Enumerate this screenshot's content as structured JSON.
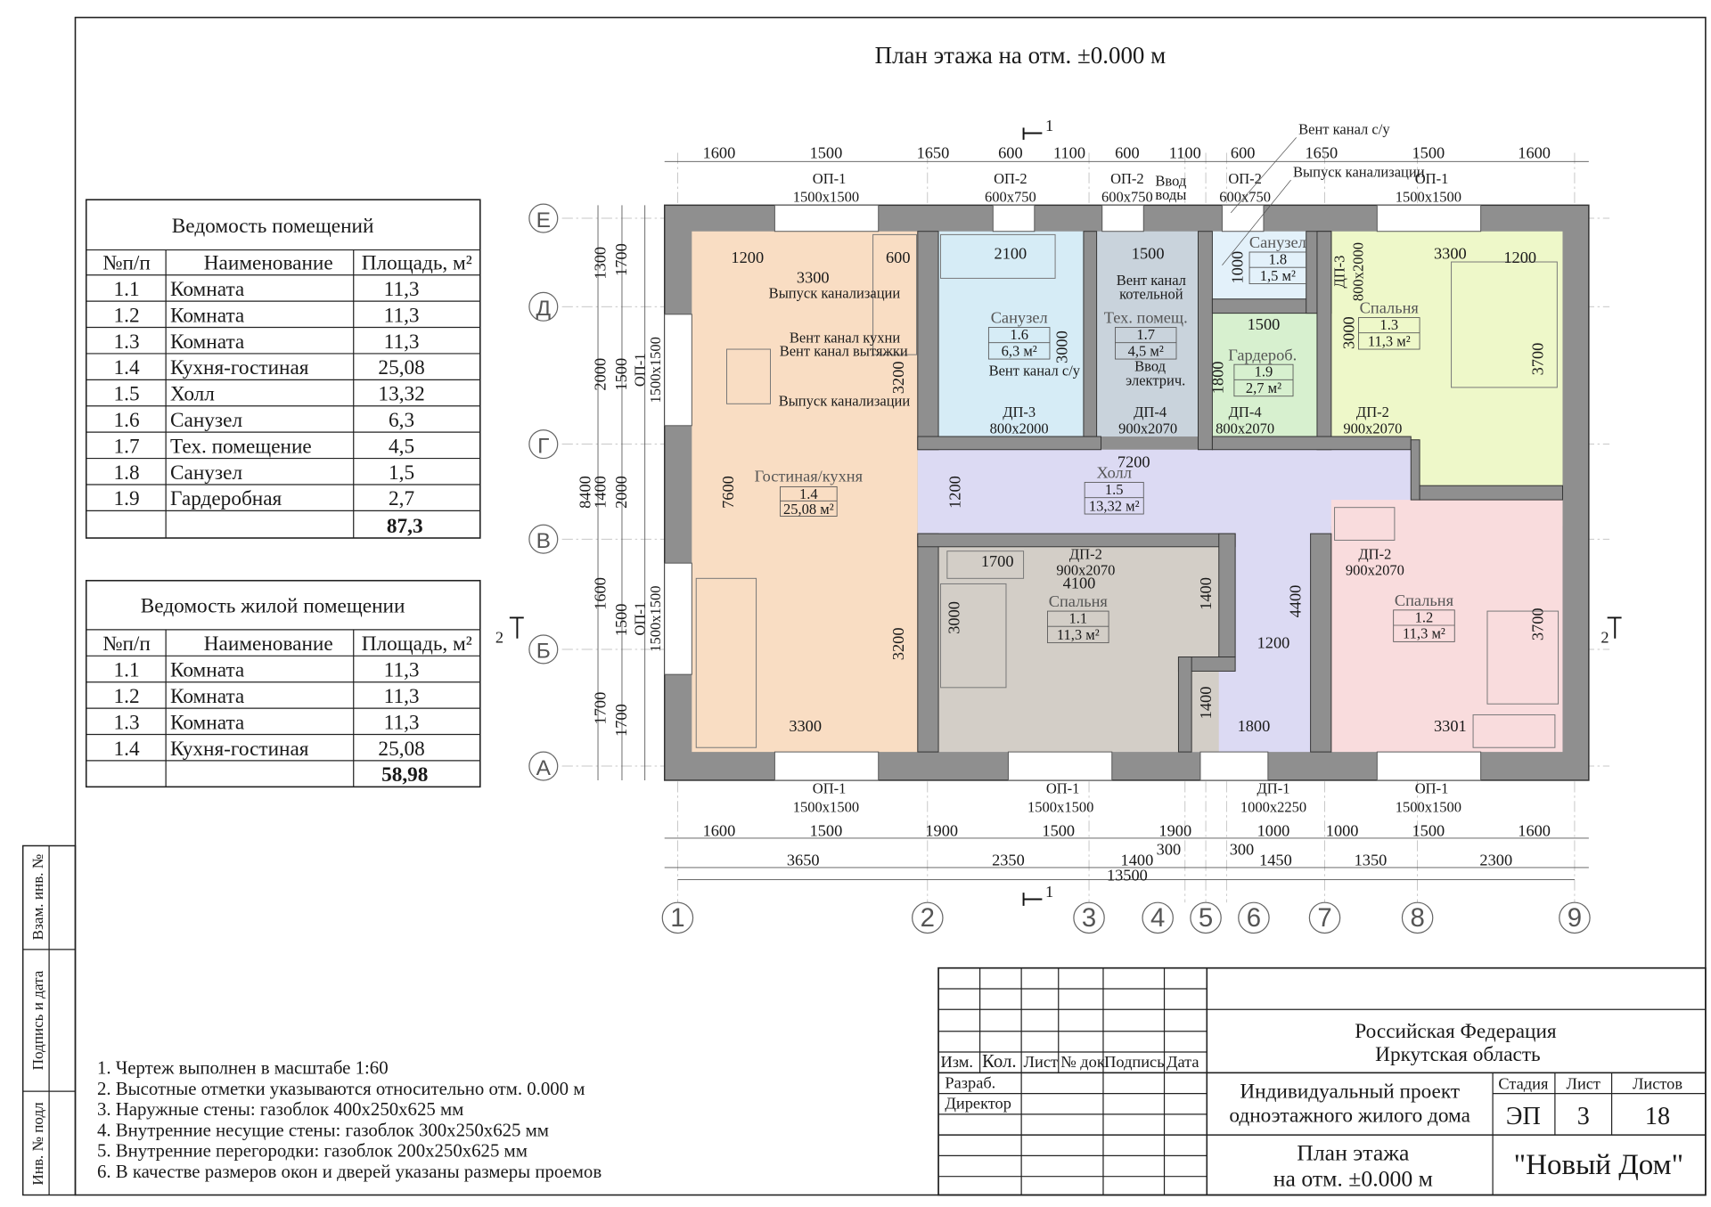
{
  "title": "План этажа на отм. ±0.000 м",
  "colors": {
    "wall": "#8a8a8a",
    "kitchen": "#f9ddc3",
    "bath": "#d6ecf6",
    "tech": "#c9d3dc",
    "small_bath": "#e3f1fa",
    "wardrobe": "#d7f0cf",
    "hall": "#dcdaf3",
    "bedroom1": "#d3cec7",
    "bedroom2": "#f9dcdd",
    "bedroom3": "#eef8c9"
  },
  "rooms_table": {
    "title": "Ведомость помещений",
    "headers": [
      "№п/п",
      "Наименование",
      "Площадь, м²"
    ],
    "rows": [
      [
        "1.1",
        "Комната",
        "11,3"
      ],
      [
        "1.2",
        "Комната",
        "11,3"
      ],
      [
        "1.3",
        "Комната",
        "11,3"
      ],
      [
        "1.4",
        "Кухня-гостиная",
        "25,08"
      ],
      [
        "1.5",
        "Холл",
        "13,32"
      ],
      [
        "1.6",
        "Санузел",
        "6,3"
      ],
      [
        "1.7",
        "Тех. помещение",
        "4,5"
      ],
      [
        "1.8",
        "Санузел",
        "1,5"
      ],
      [
        "1.9",
        "Гардеробная",
        "2,7"
      ]
    ],
    "total": "87,3"
  },
  "living_table": {
    "title": "Ведомость жилой помещении",
    "headers": [
      "№п/п",
      "Наименование",
      "Площадь, м²"
    ],
    "rows": [
      [
        "1.1",
        "Комната",
        "11,3"
      ],
      [
        "1.2",
        "Комната",
        "11,3"
      ],
      [
        "1.3",
        "Комната",
        "11,3"
      ],
      [
        "1.4",
        "Кухня-гостиная",
        "25,08"
      ]
    ],
    "total": "58,98"
  },
  "notes": [
    "1.   Чертеж выполнен в масштабе 1:60",
    "2.   Высотные отметки указываются относительно отм. 0.000 м",
    "3.   Наружные стены: газоблок 400х250х625 мм",
    "4.   Внутренние несущие стены: газоблок 300х250х625 мм",
    "5.   Внутренние перегородки: газоблок 200х250х625 мм",
    "6.   В качестве размеров окон и дверей указаны размеры проемов"
  ],
  "side_stamp": [
    "Взам. инв. №",
    "Подпись и дата",
    "Инв. № подл"
  ],
  "title_block": {
    "org1": "Российская Федерация",
    "org2": "Иркутская область",
    "project1": "Индивидуальный проект",
    "project2": "одноэтажного жилого дома",
    "sheet1": "План этажа",
    "sheet2": "на отм. ±0.000 м",
    "col_headers": [
      "Изм.",
      "Кол.",
      "Лист",
      "№ док",
      "Подпись",
      "Дата"
    ],
    "roles": [
      "Разраб.",
      "Директор"
    ],
    "stage_label": "Стадия",
    "sheet_label": "Лист",
    "sheets_label": "Листов",
    "stage": "ЭП",
    "sheet": "3",
    "sheets": "18",
    "company": "\"Новый Дом\""
  },
  "axes_letters": [
    "Е",
    "Д",
    "Г",
    "В",
    "Б",
    "А"
  ],
  "axes_numbers": [
    "1",
    "2",
    "3",
    "4",
    "5",
    "6",
    "7",
    "8",
    "9"
  ],
  "section_marks": [
    "1",
    "1",
    "2",
    "2"
  ],
  "rooms": [
    {
      "name": "Гостиная/кухня",
      "num": "1.4",
      "area": "25,08 м²"
    },
    {
      "name": "Холл",
      "num": "1.5",
      "area": "13,32 м²"
    },
    {
      "name": "Санузел",
      "num": "1.6",
      "area": "6,3 м²"
    },
    {
      "name": "Тех. помещ.",
      "num": "1.7",
      "area": "4,5 м²"
    },
    {
      "name": "Санузел",
      "num": "1.8",
      "area": "1,5 м²"
    },
    {
      "name": "Гардероб.",
      "num": "1.9",
      "area": "2,7 м²"
    },
    {
      "name": "Спальня",
      "num": "1.3",
      "area": "11,3 м²"
    },
    {
      "name": "Спальня",
      "num": "1.1",
      "area": "11,3 м²"
    },
    {
      "name": "Спальня",
      "num": "1.2",
      "area": "11,3 м²"
    }
  ],
  "openings": {
    "op1": "ОП-1",
    "op2": "ОП-2",
    "op1_size": "1500х1500",
    "op2_size": "600х750",
    "dp1": "ДП-1",
    "dp1_size": "1000х2250",
    "dp2": "ДП-2",
    "dp2_size": "900х2070",
    "dp3": "ДП-3",
    "dp3_size": "800х2000",
    "dp4": "ДП-4",
    "dp4_size": "900х2070",
    "dp4b_size": "800х2070"
  },
  "annotations": {
    "vent_su": "Вент канал с/у",
    "sewer": "Выпуск канализации",
    "water1": "Ввод",
    "water2": "воды",
    "vent_kitchen": "Вент канал кухни",
    "vent_hood": "Вент канал вытяжки",
    "vent_boiler1": "Вент канал",
    "vent_boiler2": "котельной",
    "elec1": "Ввод",
    "elec2": "электрич."
  },
  "dims": {
    "top": [
      "1600",
      "1500",
      "1650",
      "600",
      "1100",
      "600",
      "1100",
      "600",
      "1650",
      "1500",
      "1600"
    ],
    "bottom1": [
      "1600",
      "1500",
      "1900",
      "1500",
      "1900",
      "1000",
      "1000",
      "1500",
      "1600"
    ],
    "bottom2": [
      "3650",
      "2350",
      "1400",
      "300",
      "300",
      "1450",
      "1350",
      "2300"
    ],
    "total": "13500",
    "left_outer": [
      "1300",
      "2000",
      "1400",
      "1600",
      "1700"
    ],
    "left_inner": [
      "1700",
      "1500",
      "2000",
      "1500",
      "1700"
    ],
    "left_total": "8400",
    "interior": [
      "1200",
      "3300",
      "600",
      "3200",
      "7600",
      "3300",
      "3200",
      "2100",
      "3000",
      "1500",
      "1000",
      "1500",
      "1800",
      "3300",
      "1200",
      "3000",
      "3700",
      "7200",
      "1200",
      "1700",
      "4100",
      "3000",
      "1400",
      "1400",
      "1200",
      "4400",
      "1800",
      "3301",
      "3700"
    ]
  }
}
